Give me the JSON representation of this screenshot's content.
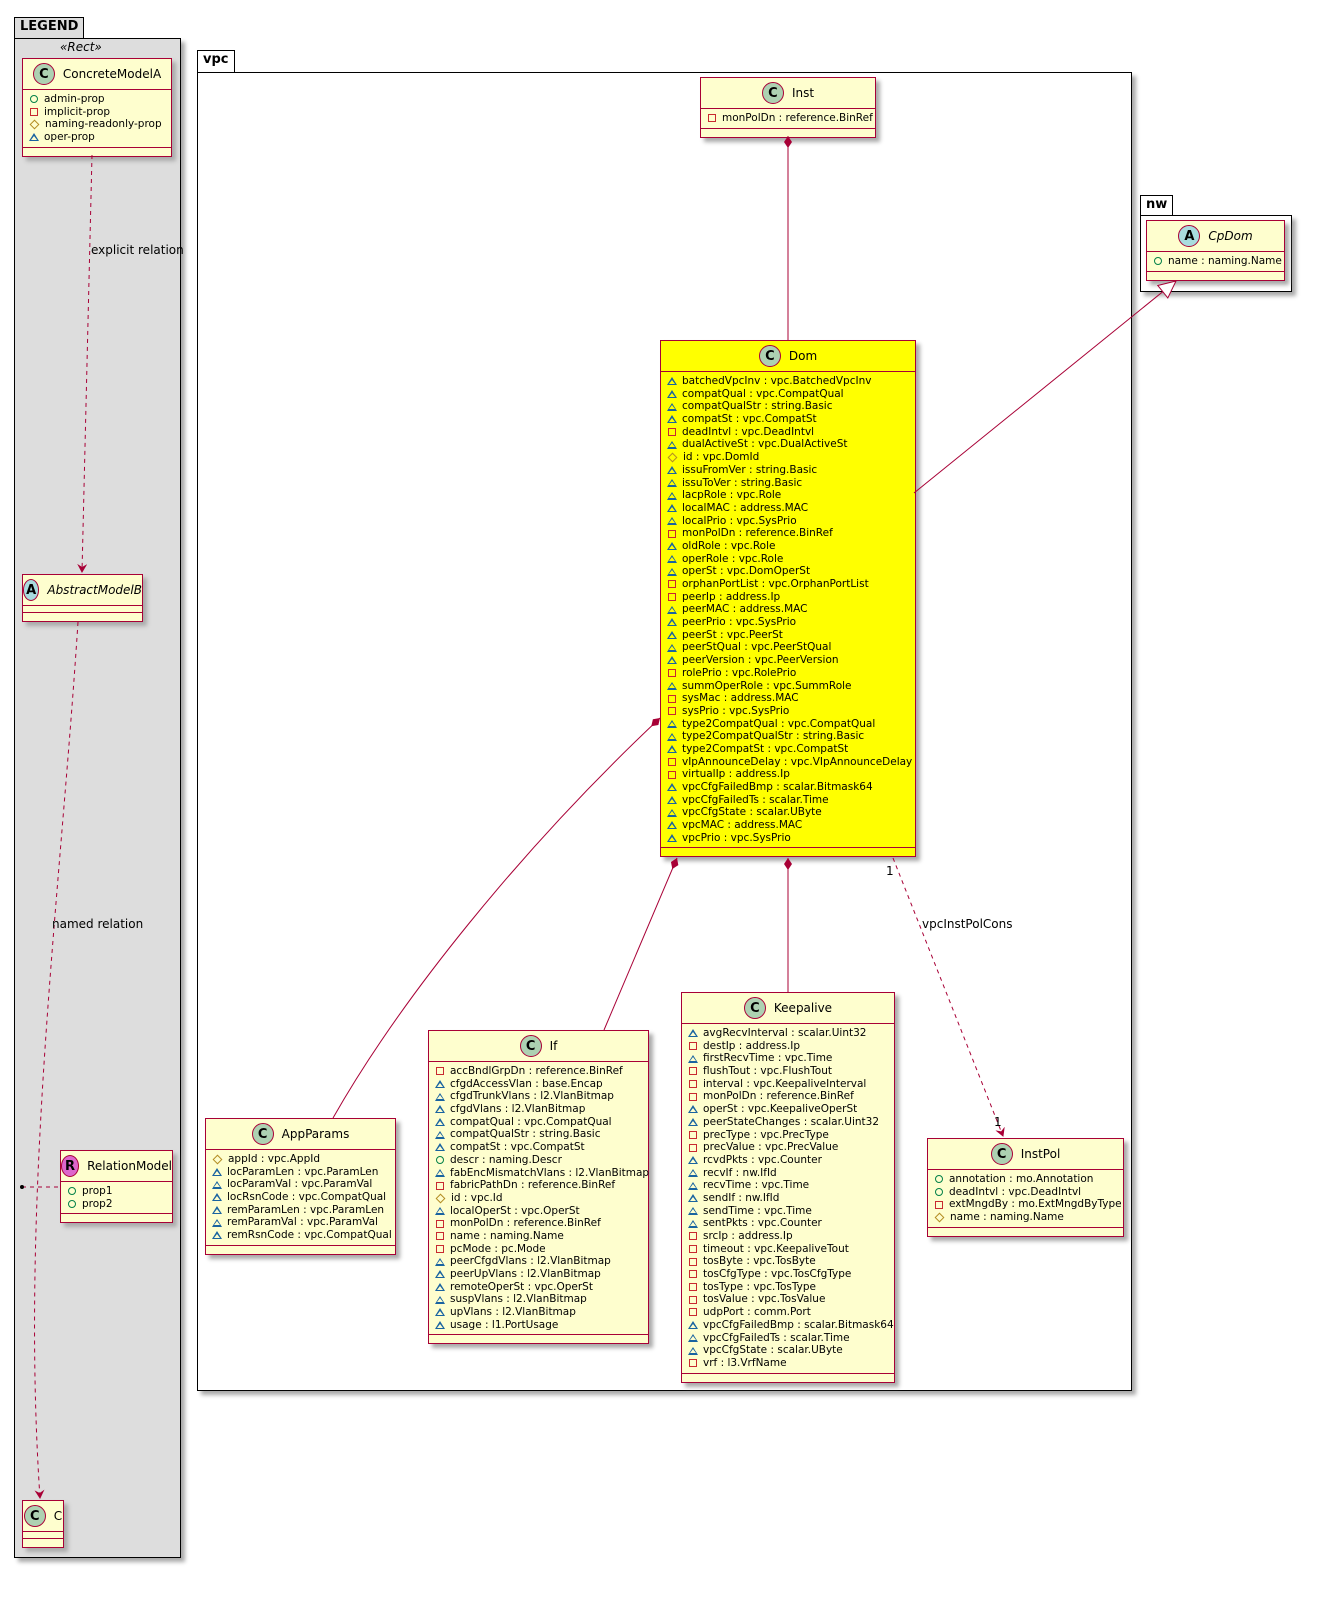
{
  "packages": {
    "legend": "LEGEND",
    "vpc": "vpc",
    "nw": "nw"
  },
  "legend_stereotype": "«Rect»",
  "edge_labels": {
    "explicit": "explicit relation",
    "named": "named relation",
    "instpol": "vpcInstPolCons",
    "mult_src": "1",
    "mult_dst": "1"
  },
  "colors": {
    "class_fill": "#fefece",
    "highlight_fill": "#ffff00",
    "border": "#a80036",
    "legend_bg": "#dddddd"
  },
  "classes": {
    "ConcreteModelA": {
      "name": "ConcreteModelA",
      "kind": "C",
      "attrs": [
        {
          "v": "+",
          "t": "admin-prop"
        },
        {
          "v": "-",
          "t": "implicit-prop"
        },
        {
          "v": "#",
          "t": "naming-readonly-prop"
        },
        {
          "v": "~",
          "t": "oper-prop"
        }
      ]
    },
    "AbstractModelB": {
      "name": "AbstractModelB",
      "kind": "A",
      "attrs": []
    },
    "RelationModel": {
      "name": "RelationModel",
      "kind": "R",
      "attrs": [
        {
          "v": "+",
          "t": "prop1"
        },
        {
          "v": "+",
          "t": "prop2"
        }
      ]
    },
    "C": {
      "name": "C",
      "kind": "C",
      "attrs": []
    },
    "Inst": {
      "name": "Inst",
      "kind": "C",
      "attrs": [
        {
          "v": "-",
          "t": "monPolDn : reference.BinRef"
        }
      ]
    },
    "CpDom": {
      "name": "CpDom",
      "kind": "A",
      "attrs": [
        {
          "v": "+",
          "t": "name : naming.Name"
        }
      ]
    },
    "Dom": {
      "name": "Dom",
      "kind": "C",
      "attrs": [
        {
          "v": "~",
          "t": "batchedVpcInv : vpc.BatchedVpcInv"
        },
        {
          "v": "~",
          "t": "compatQual : vpc.CompatQual"
        },
        {
          "v": "~",
          "t": "compatQualStr : string.Basic"
        },
        {
          "v": "~",
          "t": "compatSt : vpc.CompatSt"
        },
        {
          "v": "-",
          "t": "deadIntvl : vpc.DeadIntvl"
        },
        {
          "v": "~",
          "t": "dualActiveSt : vpc.DualActiveSt"
        },
        {
          "v": "#",
          "t": "id : vpc.DomId"
        },
        {
          "v": "~",
          "t": "issuFromVer : string.Basic"
        },
        {
          "v": "~",
          "t": "issuToVer : string.Basic"
        },
        {
          "v": "~",
          "t": "lacpRole : vpc.Role"
        },
        {
          "v": "~",
          "t": "localMAC : address.MAC"
        },
        {
          "v": "~",
          "t": "localPrio : vpc.SysPrio"
        },
        {
          "v": "-",
          "t": "monPolDn : reference.BinRef"
        },
        {
          "v": "~",
          "t": "oldRole : vpc.Role"
        },
        {
          "v": "~",
          "t": "operRole : vpc.Role"
        },
        {
          "v": "~",
          "t": "operSt : vpc.DomOperSt"
        },
        {
          "v": "-",
          "t": "orphanPortList : vpc.OrphanPortList"
        },
        {
          "v": "-",
          "t": "peerIp : address.Ip"
        },
        {
          "v": "~",
          "t": "peerMAC : address.MAC"
        },
        {
          "v": "~",
          "t": "peerPrio : vpc.SysPrio"
        },
        {
          "v": "~",
          "t": "peerSt : vpc.PeerSt"
        },
        {
          "v": "~",
          "t": "peerStQual : vpc.PeerStQual"
        },
        {
          "v": "~",
          "t": "peerVersion : vpc.PeerVersion"
        },
        {
          "v": "-",
          "t": "rolePrio : vpc.RolePrio"
        },
        {
          "v": "~",
          "t": "summOperRole : vpc.SummRole"
        },
        {
          "v": "-",
          "t": "sysMac : address.MAC"
        },
        {
          "v": "-",
          "t": "sysPrio : vpc.SysPrio"
        },
        {
          "v": "~",
          "t": "type2CompatQual : vpc.CompatQual"
        },
        {
          "v": "~",
          "t": "type2CompatQualStr : string.Basic"
        },
        {
          "v": "~",
          "t": "type2CompatSt : vpc.CompatSt"
        },
        {
          "v": "-",
          "t": "vIpAnnounceDelay : vpc.VIpAnnounceDelay"
        },
        {
          "v": "-",
          "t": "virtualIp : address.Ip"
        },
        {
          "v": "~",
          "t": "vpcCfgFailedBmp : scalar.Bitmask64"
        },
        {
          "v": "~",
          "t": "vpcCfgFailedTs : scalar.Time"
        },
        {
          "v": "~",
          "t": "vpcCfgState : scalar.UByte"
        },
        {
          "v": "~",
          "t": "vpcMAC : address.MAC"
        },
        {
          "v": "~",
          "t": "vpcPrio : vpc.SysPrio"
        }
      ]
    },
    "AppParams": {
      "name": "AppParams",
      "kind": "C",
      "attrs": [
        {
          "v": "#",
          "t": "appId : vpc.AppId"
        },
        {
          "v": "~",
          "t": "locParamLen : vpc.ParamLen"
        },
        {
          "v": "~",
          "t": "locParamVal : vpc.ParamVal"
        },
        {
          "v": "~",
          "t": "locRsnCode : vpc.CompatQual"
        },
        {
          "v": "~",
          "t": "remParamLen : vpc.ParamLen"
        },
        {
          "v": "~",
          "t": "remParamVal : vpc.ParamVal"
        },
        {
          "v": "~",
          "t": "remRsnCode : vpc.CompatQual"
        }
      ]
    },
    "If": {
      "name": "If",
      "kind": "C",
      "attrs": [
        {
          "v": "-",
          "t": "accBndlGrpDn : reference.BinRef"
        },
        {
          "v": "~",
          "t": "cfgdAccessVlan : base.Encap"
        },
        {
          "v": "~",
          "t": "cfgdTrunkVlans : l2.VlanBitmap"
        },
        {
          "v": "~",
          "t": "cfgdVlans : l2.VlanBitmap"
        },
        {
          "v": "~",
          "t": "compatQual : vpc.CompatQual"
        },
        {
          "v": "~",
          "t": "compatQualStr : string.Basic"
        },
        {
          "v": "~",
          "t": "compatSt : vpc.CompatSt"
        },
        {
          "v": "+",
          "t": "descr : naming.Descr"
        },
        {
          "v": "~",
          "t": "fabEncMismatchVlans : l2.VlanBitmap"
        },
        {
          "v": "-",
          "t": "fabricPathDn : reference.BinRef"
        },
        {
          "v": "#",
          "t": "id : vpc.Id"
        },
        {
          "v": "~",
          "t": "localOperSt : vpc.OperSt"
        },
        {
          "v": "-",
          "t": "monPolDn : reference.BinRef"
        },
        {
          "v": "-",
          "t": "name : naming.Name"
        },
        {
          "v": "-",
          "t": "pcMode : pc.Mode"
        },
        {
          "v": "~",
          "t": "peerCfgdVlans : l2.VlanBitmap"
        },
        {
          "v": "~",
          "t": "peerUpVlans : l2.VlanBitmap"
        },
        {
          "v": "~",
          "t": "remoteOperSt : vpc.OperSt"
        },
        {
          "v": "~",
          "t": "suspVlans : l2.VlanBitmap"
        },
        {
          "v": "~",
          "t": "upVlans : l2.VlanBitmap"
        },
        {
          "v": "~",
          "t": "usage : l1.PortUsage"
        }
      ]
    },
    "Keepalive": {
      "name": "Keepalive",
      "kind": "C",
      "attrs": [
        {
          "v": "~",
          "t": "avgRecvInterval : scalar.Uint32"
        },
        {
          "v": "-",
          "t": "destIp : address.Ip"
        },
        {
          "v": "~",
          "t": "firstRecvTime : vpc.Time"
        },
        {
          "v": "-",
          "t": "flushTout : vpc.FlushTout"
        },
        {
          "v": "-",
          "t": "interval : vpc.KeepaliveInterval"
        },
        {
          "v": "-",
          "t": "monPolDn : reference.BinRef"
        },
        {
          "v": "~",
          "t": "operSt : vpc.KeepaliveOperSt"
        },
        {
          "v": "~",
          "t": "peerStateChanges : scalar.Uint32"
        },
        {
          "v": "-",
          "t": "precType : vpc.PrecType"
        },
        {
          "v": "-",
          "t": "precValue : vpc.PrecValue"
        },
        {
          "v": "~",
          "t": "rcvdPkts : vpc.Counter"
        },
        {
          "v": "~",
          "t": "recvIf : nw.IfId"
        },
        {
          "v": "~",
          "t": "recvTime : vpc.Time"
        },
        {
          "v": "~",
          "t": "sendIf : nw.IfId"
        },
        {
          "v": "~",
          "t": "sendTime : vpc.Time"
        },
        {
          "v": "~",
          "t": "sentPkts : vpc.Counter"
        },
        {
          "v": "-",
          "t": "srcIp : address.Ip"
        },
        {
          "v": "-",
          "t": "timeout : vpc.KeepaliveTout"
        },
        {
          "v": "-",
          "t": "tosByte : vpc.TosByte"
        },
        {
          "v": "-",
          "t": "tosCfgType : vpc.TosCfgType"
        },
        {
          "v": "-",
          "t": "tosType : vpc.TosType"
        },
        {
          "v": "-",
          "t": "tosValue : vpc.TosValue"
        },
        {
          "v": "-",
          "t": "udpPort : comm.Port"
        },
        {
          "v": "~",
          "t": "vpcCfgFailedBmp : scalar.Bitmask64"
        },
        {
          "v": "~",
          "t": "vpcCfgFailedTs : scalar.Time"
        },
        {
          "v": "~",
          "t": "vpcCfgState : scalar.UByte"
        },
        {
          "v": "-",
          "t": "vrf : l3.VrfName"
        }
      ]
    },
    "InstPol": {
      "name": "InstPol",
      "kind": "C",
      "attrs": [
        {
          "v": "+",
          "t": "annotation : mo.Annotation"
        },
        {
          "v": "+",
          "t": "deadIntvl : vpc.DeadIntvl"
        },
        {
          "v": "-",
          "t": "extMngdBy : mo.ExtMngdByType"
        },
        {
          "v": "#",
          "t": "name : naming.Name"
        }
      ]
    }
  }
}
